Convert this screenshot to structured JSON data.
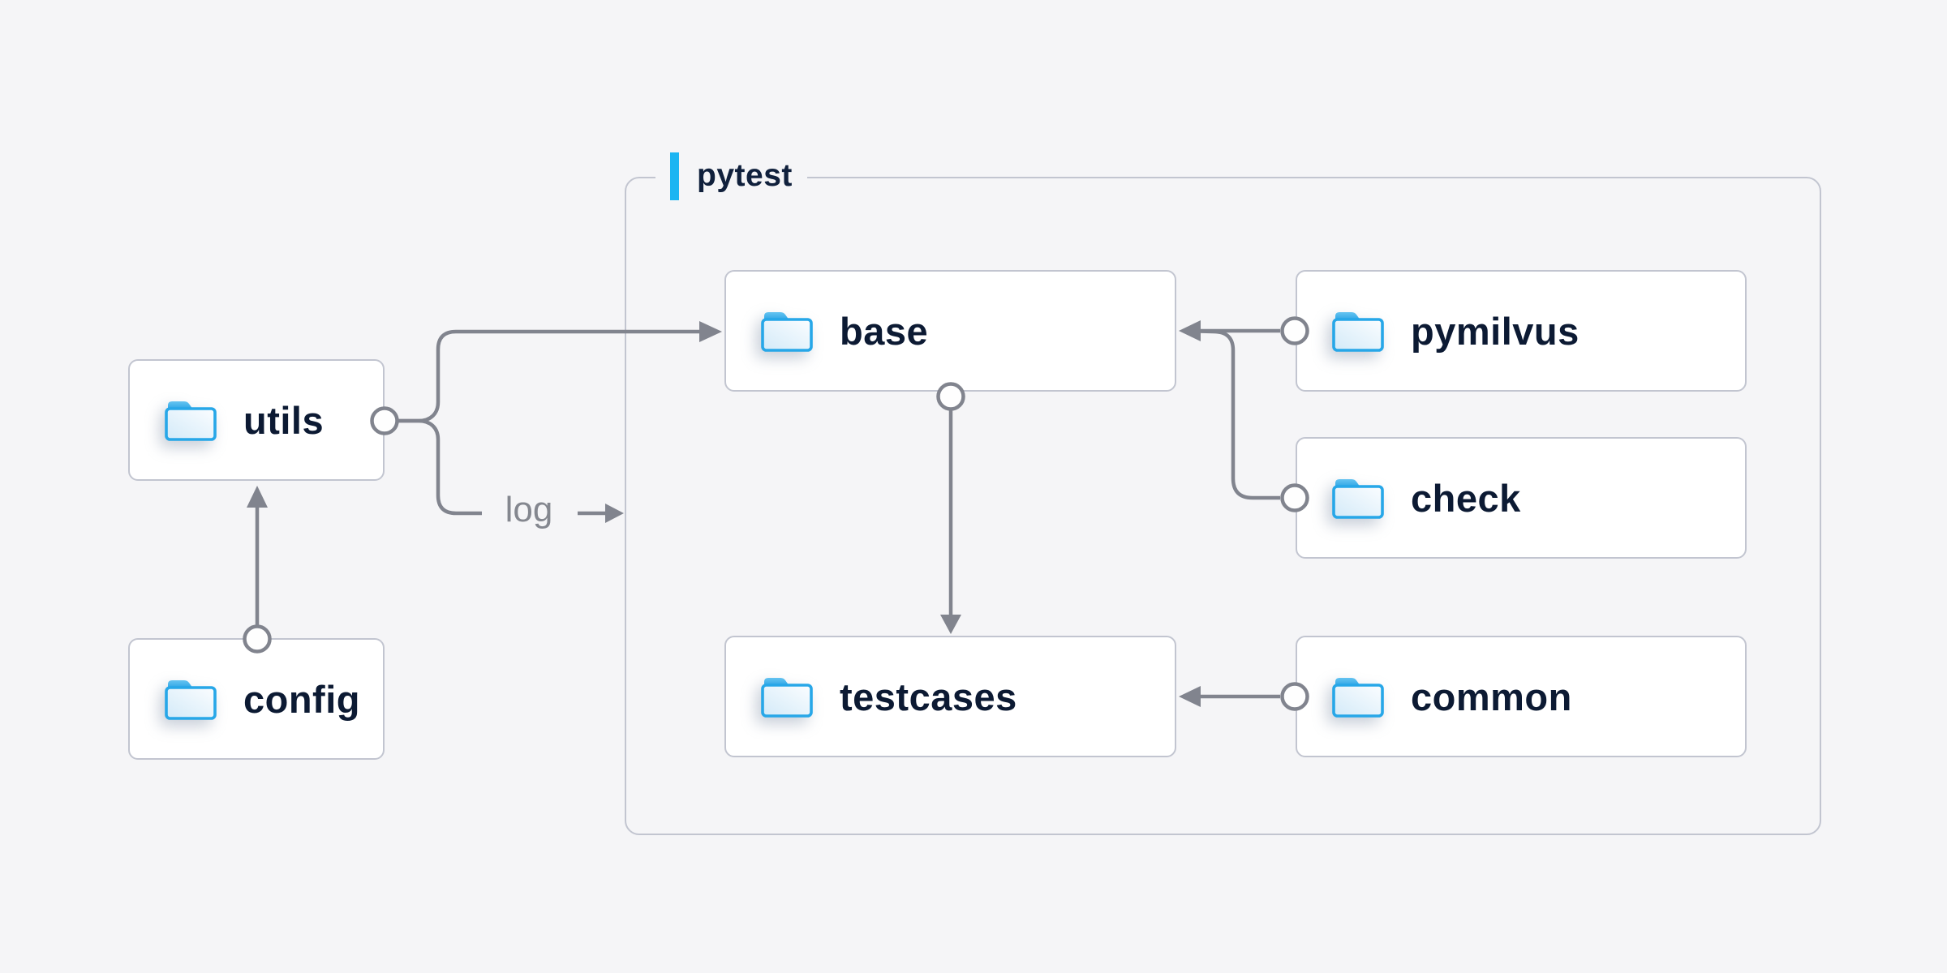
{
  "diagram": {
    "container": {
      "label": "pytest"
    },
    "nodes": {
      "utils": {
        "label": "utils",
        "icon": "folder-icon"
      },
      "config": {
        "label": "config",
        "icon": "folder-icon"
      },
      "base": {
        "label": "base",
        "icon": "folder-icon"
      },
      "testcases": {
        "label": "testcases",
        "icon": "folder-icon"
      },
      "pymilvus": {
        "label": "pymilvus",
        "icon": "folder-icon"
      },
      "check": {
        "label": "check",
        "icon": "folder-icon"
      },
      "common": {
        "label": "common",
        "icon": "folder-icon"
      }
    },
    "edges": [
      {
        "from": "utils",
        "to": "base",
        "style": "arrow"
      },
      {
        "from": "utils",
        "to": "pytest",
        "style": "arrow",
        "label": "log"
      },
      {
        "from": "config",
        "to": "utils",
        "style": "arrow"
      },
      {
        "from": "base",
        "to": "testcases",
        "style": "arrow"
      },
      {
        "from": "pymilvus",
        "to": "base",
        "style": "arrow"
      },
      {
        "from": "check",
        "to": "base",
        "style": "arrow"
      },
      {
        "from": "common",
        "to": "testcases",
        "style": "arrow"
      }
    ],
    "edge_label": "log"
  },
  "colors": {
    "background": "#f5f5f7",
    "node_fill": "#ffffff",
    "node_border": "#c2c5d0",
    "node_text": "#0c1a33",
    "connector": "#81848e",
    "accent_blue": "#1cb5f2",
    "folder_stroke": "#27a7e8"
  }
}
